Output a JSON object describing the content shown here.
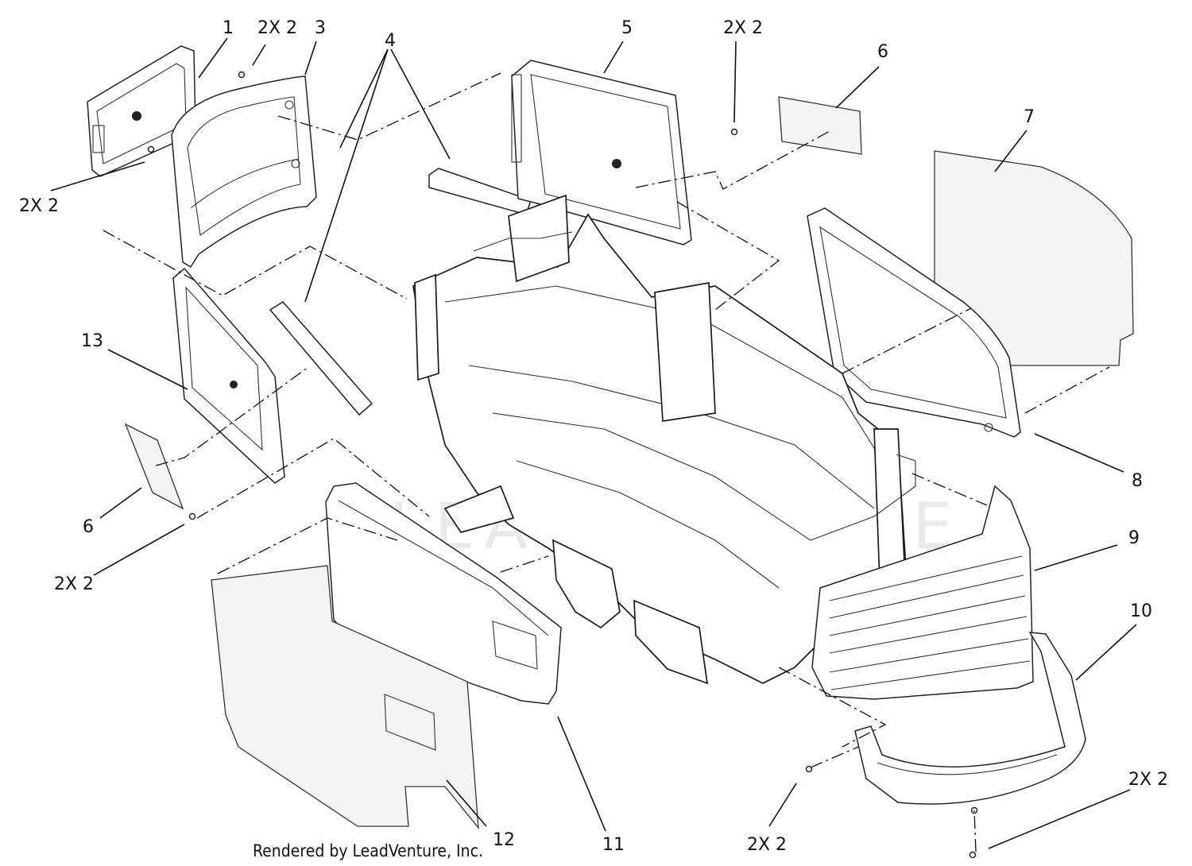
{
  "callouts": [
    {
      "id": "c1",
      "text": "1"
    },
    {
      "id": "c2a",
      "text": "2X 2"
    },
    {
      "id": "c3",
      "text": "3"
    },
    {
      "id": "c4",
      "text": "4"
    },
    {
      "id": "c5",
      "text": "5"
    },
    {
      "id": "c2b",
      "text": "2X 2"
    },
    {
      "id": "c6a",
      "text": "6"
    },
    {
      "id": "c7",
      "text": "7"
    },
    {
      "id": "c2c",
      "text": "2X 2"
    },
    {
      "id": "c13",
      "text": "13"
    },
    {
      "id": "c8",
      "text": "8"
    },
    {
      "id": "c6b",
      "text": "6"
    },
    {
      "id": "c9",
      "text": "9"
    },
    {
      "id": "c2d",
      "text": "2X 2"
    },
    {
      "id": "c10",
      "text": "10"
    },
    {
      "id": "c2e",
      "text": "2X 2"
    },
    {
      "id": "c12",
      "text": "12"
    },
    {
      "id": "c11",
      "text": "11"
    },
    {
      "id": "c2f",
      "text": "2X 2"
    }
  ],
  "credit": "Rendered by LeadVenture, Inc.",
  "watermark": "LEADVENTURE"
}
